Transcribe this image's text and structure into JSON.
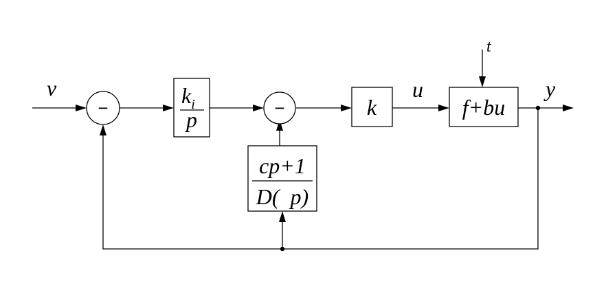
{
  "signals": {
    "input": "v",
    "control": "u",
    "disturbance": "t",
    "output": "y"
  },
  "blocks": {
    "integrator": {
      "numerator": "k",
      "numerator_sub": "i",
      "denominator": "p"
    },
    "gain": {
      "label": "k"
    },
    "plant": {
      "label": "f+bu"
    },
    "feedback_filter": {
      "numerator": "cp+1",
      "denominator": "D(  p)"
    }
  },
  "summing_junctions": {
    "first": "−",
    "second": "−"
  }
}
